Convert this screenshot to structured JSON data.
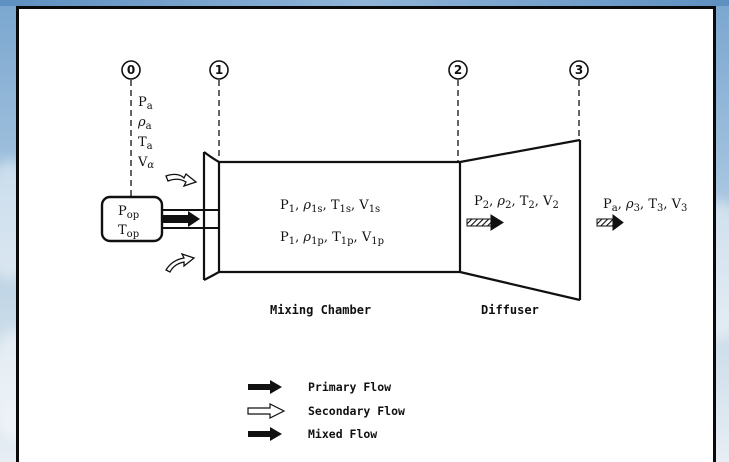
{
  "stations": [
    {
      "id": "station-0",
      "label": "0"
    },
    {
      "id": "station-1",
      "label": "1"
    },
    {
      "id": "station-2",
      "label": "2"
    },
    {
      "id": "station-3",
      "label": "3"
    }
  ],
  "ambient": {
    "p": "P",
    "p_sub": "a",
    "rho": "ρ",
    "rho_sub": "a",
    "t": "T",
    "t_sub": "a",
    "v": "V",
    "v_sub": "α"
  },
  "nozzle": {
    "p": "P",
    "p_sub": "op",
    "t": "T",
    "t_sub": "op"
  },
  "mixing": {
    "line1": {
      "p": "P",
      "p_sub": "1",
      "rho": "ρ",
      "rho_sub": "1s",
      "t": "T",
      "t_sub": "1s",
      "v": "V",
      "v_sub": "1s"
    },
    "line2": {
      "p": "P",
      "p_sub": "1",
      "rho": "ρ",
      "rho_sub": "1p",
      "t": "T",
      "t_sub": "1p",
      "v": "V",
      "v_sub": "1p"
    },
    "label": "Mixing Chamber"
  },
  "diffuser": {
    "p": "P",
    "p_sub": "2",
    "rho": "ρ",
    "rho_sub": "2",
    "t": "T",
    "t_sub": "2",
    "v": "V",
    "v_sub": "2",
    "label": "Diffuser"
  },
  "exit": {
    "p": "P",
    "p_sub": "a",
    "rho": "ρ",
    "rho_sub": "3",
    "t": "T",
    "t_sub": "3",
    "v": "V",
    "v_sub": "3"
  },
  "legend": {
    "primary": "Primary Flow",
    "secondary": "Secondary Flow",
    "mixed": "Mixed Flow"
  },
  "sep": ","
}
